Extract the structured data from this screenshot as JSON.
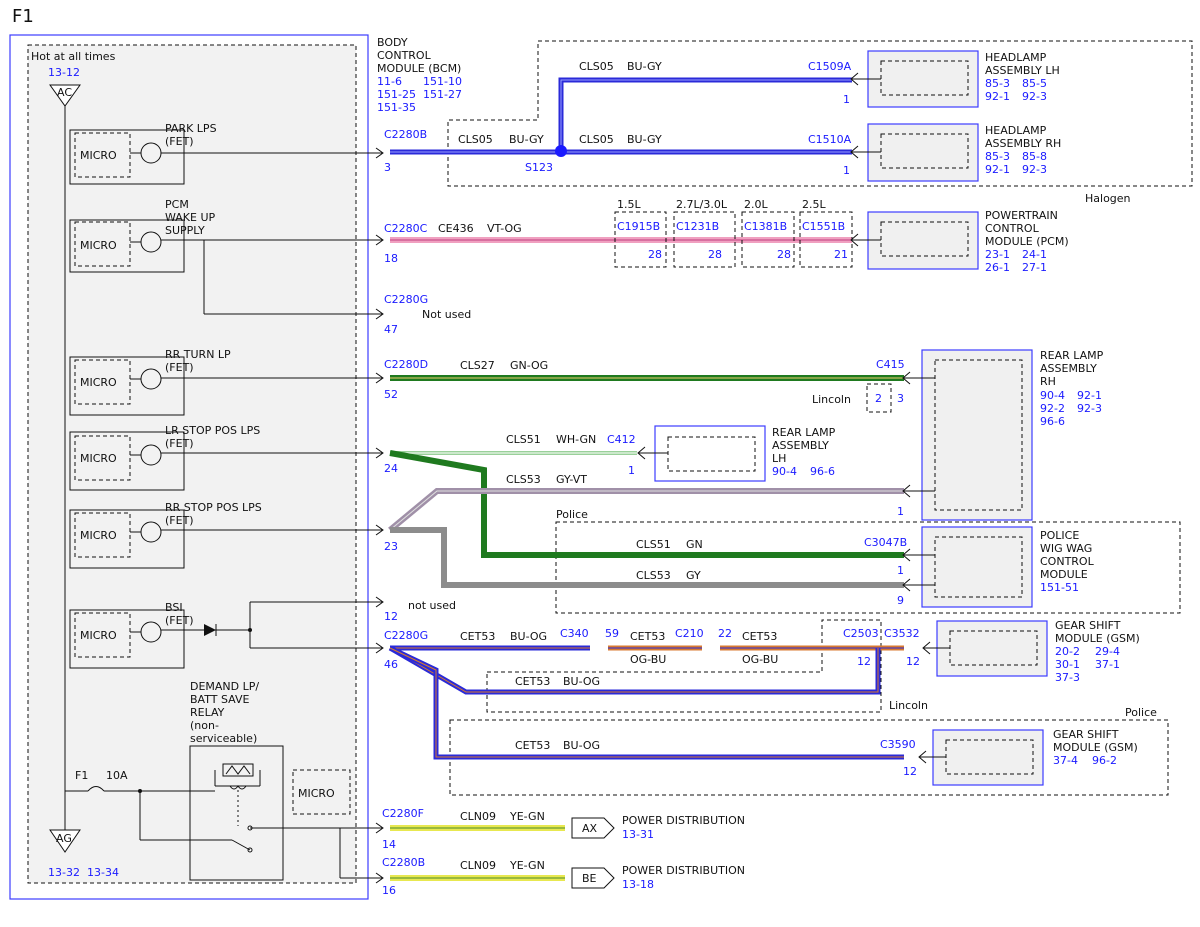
{
  "page": {
    "title": "F1"
  },
  "bcm": {
    "hot_label": "Hot at all times",
    "hot_ref": "13-12",
    "ac": "AC",
    "ag": "AG",
    "ag_refs": [
      "13-32",
      "13-34"
    ],
    "micro": "MICRO",
    "module_lines": [
      "BODY",
      "CONTROL",
      "MODULE (BCM)"
    ],
    "module_refs": [
      "11-6",
      "151-10",
      "151-25",
      "151-27",
      "151-35"
    ],
    "drivers": [
      {
        "lines": [
          "PARK LPS",
          "(FET)"
        ]
      },
      {
        "lines": [
          "PCM",
          "WAKE UP",
          "SUPPLY"
        ]
      },
      {
        "lines": [
          "RR TURN LP",
          "(FET)"
        ]
      },
      {
        "lines": [
          "LR STOP POS LPS",
          "(FET)"
        ]
      },
      {
        "lines": [
          "RR STOP POS LPS",
          "(FET)"
        ]
      },
      {
        "lines": [
          "BSI",
          "(FET)"
        ]
      }
    ],
    "relay_lines": [
      "DEMAND LP/",
      "BATT SAVE",
      "RELAY",
      "(non-",
      "serviceable)"
    ],
    "fuse": "F1",
    "fuse_rating": "10A"
  },
  "pins": [
    {
      "conn": "C2280B",
      "pin": "3"
    },
    {
      "conn": "C2280C",
      "pin": "18"
    },
    {
      "conn": "C2280G",
      "pin": "47"
    },
    {
      "conn": "C2280D",
      "pin": "52"
    },
    {
      "pin": "24"
    },
    {
      "pin": "23"
    },
    {
      "pin": "12"
    },
    {
      "conn": "C2280G",
      "pin": "46"
    },
    {
      "conn": "C2280F",
      "pin": "14"
    },
    {
      "conn": "C2280B",
      "pin": "16"
    }
  ],
  "notes": {
    "not_used": "not used",
    "not_used_2": "Not used",
    "halogen": "Halogen",
    "lincoln": "Lincoln",
    "police": "Police"
  },
  "circuits": {
    "park": {
      "circuit": "CLS05",
      "color": "BU-GY",
      "splice": "S123",
      "c1509": "C1509A",
      "c1510": "C1510A",
      "pin": "1"
    },
    "pcm": {
      "circuit": "CE436",
      "color": "VT-OG",
      "engines": [
        "1.5L",
        "2.7L/3.0L",
        "2.0L",
        "2.5L"
      ],
      "conns": [
        "C1915B",
        "C1231B",
        "C1381B",
        "C1551B"
      ],
      "pins": [
        "28",
        "28",
        "28",
        "21"
      ]
    },
    "rrturn": {
      "circuit": "CLS27",
      "color": "GN-OG",
      "conn": "C415",
      "pins": [
        "2",
        "3"
      ]
    },
    "lrstop": {
      "circuit": "CLS51",
      "color": "WH-GN",
      "conn": "C412",
      "pin": "1"
    },
    "rrstop": {
      "circuit": "CLS53",
      "color": "GY-VT",
      "pin": "1"
    },
    "police51": {
      "circuit": "CLS51",
      "color": "GN",
      "conn": "C3047B",
      "pin": "1"
    },
    "police53": {
      "circuit": "CLS53",
      "color": "GY",
      "pin": "9"
    },
    "bsi": {
      "circuit": "CET53",
      "color": "BU-OG",
      "alt_color": "OG-BU",
      "conns": [
        "C340",
        "59",
        "C210",
        "22",
        "C2503",
        "C3532",
        "C3590"
      ],
      "pin": "12"
    },
    "pd": {
      "circuit": "CLN09",
      "color": "YE-GN"
    }
  },
  "components": {
    "headlamp_lh": {
      "lines": [
        "HEADLAMP",
        "ASSEMBLY LH"
      ],
      "refs": [
        "85-3",
        "85-5",
        "92-1",
        "92-3"
      ]
    },
    "headlamp_rh": {
      "lines": [
        "HEADLAMP",
        "ASSEMBLY RH"
      ],
      "refs": [
        "85-3",
        "85-8",
        "92-1",
        "92-3"
      ]
    },
    "pcm": {
      "lines": [
        "POWERTRAIN",
        "CONTROL",
        "MODULE (PCM)"
      ],
      "refs": [
        "23-1",
        "24-1",
        "26-1",
        "27-1"
      ]
    },
    "rear_rh": {
      "lines": [
        "REAR LAMP",
        "ASSEMBLY",
        "RH"
      ],
      "refs": [
        "90-4",
        "92-1",
        "92-2",
        "92-3",
        "96-6"
      ]
    },
    "rear_lh": {
      "lines": [
        "REAR LAMP",
        "ASSEMBLY",
        "LH"
      ],
      "refs": [
        "90-4",
        "96-6"
      ]
    },
    "wigwag": {
      "lines": [
        "POLICE",
        "WIG WAG",
        "CONTROL",
        "MODULE"
      ],
      "refs": [
        "151-51"
      ]
    },
    "gsm1": {
      "lines": [
        "GEAR SHIFT",
        "MODULE (GSM)"
      ],
      "refs": [
        "20-2",
        "29-4",
        "30-1",
        "37-1",
        "37-3"
      ]
    },
    "gsm2": {
      "lines": [
        "GEAR SHIFT",
        "MODULE (GSM)"
      ],
      "refs": [
        "37-4",
        "96-2"
      ]
    },
    "pd_ax": {
      "tag": "AX",
      "lines": [
        "POWER DISTRIBUTION"
      ],
      "ref": "13-31"
    },
    "pd_be": {
      "tag": "BE",
      "lines": [
        "POWER DISTRIBUTION"
      ],
      "ref": "13-18"
    }
  },
  "wire_colors": {
    "blue": "#2a2ad8",
    "pink": "#f0a0c0",
    "green": "#1f7a1f",
    "wh_gn": "#9ad09a",
    "grey_vt": "#a090a8",
    "grey": "#8c8c8c",
    "orange": "#d87a30",
    "yellow": "#e8e850",
    "ref": "#1a1aff",
    "box": "#3c3cff"
  }
}
